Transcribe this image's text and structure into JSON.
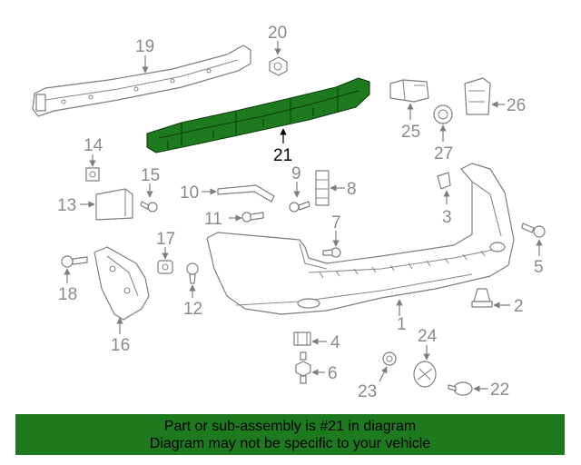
{
  "diagram": {
    "highlight_color": "#1e7a1e",
    "highlighted_part": "21",
    "callouts": [
      "1",
      "2",
      "3",
      "4",
      "5",
      "6",
      "7",
      "8",
      "9",
      "10",
      "11",
      "12",
      "13",
      "14",
      "15",
      "16",
      "17",
      "18",
      "19",
      "20",
      "21",
      "22",
      "23",
      "24",
      "25",
      "26",
      "27"
    ]
  },
  "banner": {
    "line1": "Part or sub-assembly is #21 in diagram",
    "line2": "Diagram may not be specific to your vehicle"
  }
}
